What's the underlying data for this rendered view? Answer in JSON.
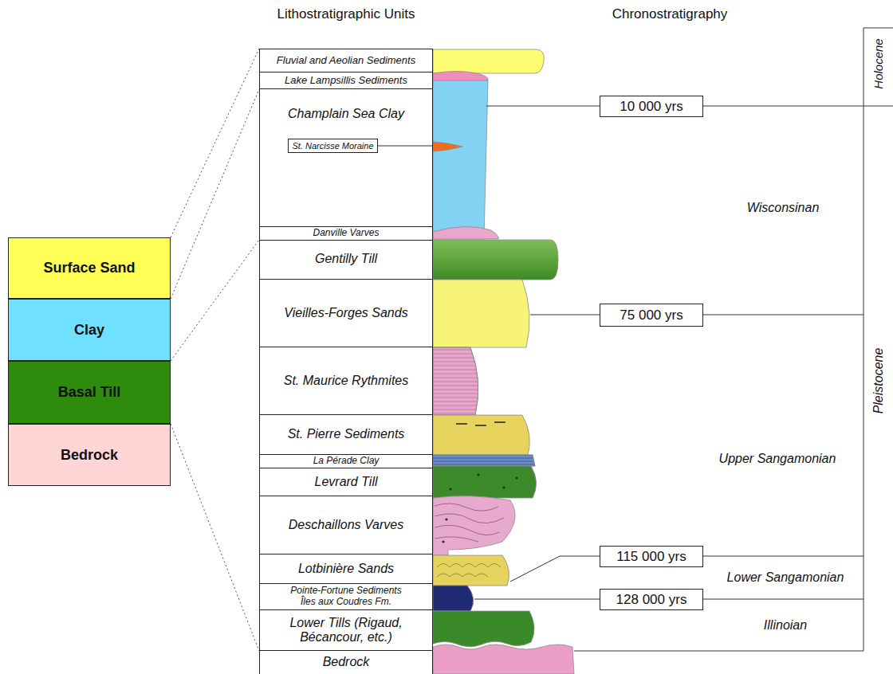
{
  "diagram": {
    "nodes": [
      {
        "text": [
          "Surface Sand"
        ]
      },
      {
        "text": [
          "Clay"
        ]
      },
      {
        "text": [
          "Basal Till"
        ]
      },
      {
        "text": [
          "Bedrock"
        ]
      },
      {
        "text": [
          "Fluvial and Aeolian Sediments"
        ]
      },
      {
        "text": [
          "Lake Lampsillis Sediments"
        ]
      },
      {
        "text": [
          "Champlain Sea Clay"
        ]
      },
      {
        "text": [
          "St. Narcisse Moraine"
        ],
        "in": 6
      },
      {
        "text": [
          "Danville Varves"
        ]
      },
      {
        "text": [
          "Gentilly Till"
        ]
      },
      {
        "text": [
          "Vieilles-Forges Sands"
        ]
      },
      {
        "text": [
          "St. Maurice Rythmites"
        ]
      },
      {
        "text": [
          "St. Pierre Sediments"
        ]
      },
      {
        "text": [
          "La Pérade Clay"
        ]
      },
      {
        "text": [
          "Levrard Till"
        ]
      },
      {
        "text": [
          "Deschaillons Varves"
        ]
      },
      {
        "text": [
          "Lotbinière Sands"
        ]
      },
      {
        "text": [
          "Pointe-Fortune Sediments",
          "Îles aux Coudres Fm."
        ]
      },
      {
        "text": [
          "Lower Tills (Rigaud, Bécancour, etc.)"
        ]
      },
      {
        "text": [
          "Bedrock"
        ]
      },
      {
        "text": [
          "10 000 yrs"
        ]
      },
      {
        "text": [
          "75 000 yrs"
        ]
      },
      {
        "text": [
          "115 000 yrs"
        ]
      },
      {
        "text": [
          "128 000 yrs"
        ]
      }
    ],
    "labels": [
      "Lithostratigraphic Units",
      "Chronostratigraphy",
      "Holocene",
      "Wisconsinan",
      "Pleistocene",
      "Upper Sangamonian",
      "Lower Sangamonian",
      "Illinoian"
    ]
  }
}
